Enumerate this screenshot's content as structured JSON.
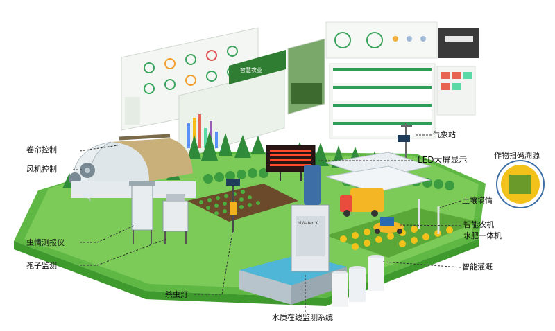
{
  "labels": {
    "curtain_control": "卷帘控制",
    "fan_control": "风机控制",
    "pest_monitor": "虫情测报仪",
    "spore_monitor": "孢子监测",
    "insect_lamp": "杀虫灯",
    "water_quality": "水质在线监测系统",
    "weather_station": "气象站",
    "led_display": "LED大屏显示",
    "traceability": "作物扫码溯源",
    "soil_moisture": "土壤墒情",
    "smart_machine": "智能农机",
    "fertigation": "水肥一体机",
    "smart_irrigation": "智能灌溉"
  },
  "screen_banner": "智慧农业",
  "water_station_brand": "hiWater X",
  "colors": {
    "grass": "#6cc04a",
    "grass_dark": "#3f9a2e",
    "tree": "#2f8a3a",
    "screen_green": "#2e9d55",
    "water": "#4fb6d8",
    "truck": "#f5b625",
    "fruit": "#f2c21b"
  }
}
